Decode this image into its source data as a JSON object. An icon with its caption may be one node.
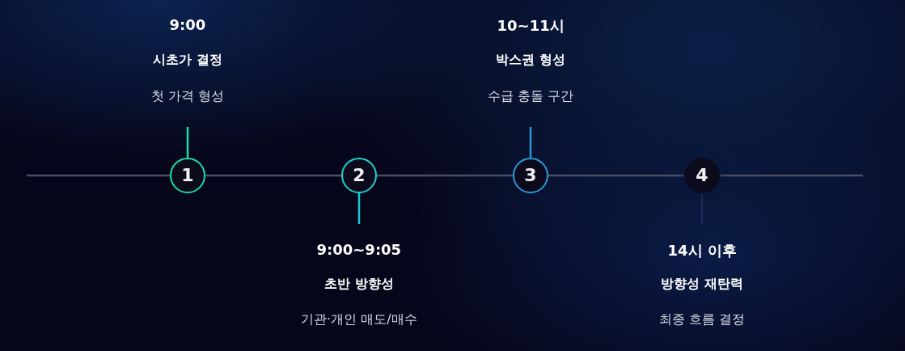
{
  "diagram": {
    "nodes": [
      {
        "text": [
          "9:00",
          "시초가 결정",
          "첫 가격 형성"
        ]
      },
      {
        "text": [
          "1"
        ]
      },
      {
        "text": [
          "2"
        ]
      },
      {
        "text": [
          "9:00~9:05",
          "초반 방향성",
          "기관·개인 매도/매수"
        ]
      },
      {
        "text": [
          "10~11시",
          "박스권 형성",
          "수급 충돌 구간"
        ]
      },
      {
        "text": [
          "3"
        ]
      },
      {
        "text": [
          "4"
        ]
      },
      {
        "text": [
          "14시 이후",
          "방향성 재탄력",
          "최종 흐름 결정"
        ]
      }
    ],
    "edges": [
      {
        "from": null,
        "to": 1,
        "arrow": "none"
      },
      {
        "from": 1,
        "to": 2,
        "arrow": "none"
      },
      {
        "from": 2,
        "to": 5,
        "arrow": "none"
      },
      {
        "from": 5,
        "to": 6,
        "arrow": "none"
      },
      {
        "from": 6,
        "to": null,
        "arrow": "none"
      },
      {
        "from": 0,
        "to": 1,
        "arrow": "none",
        "color": "#19dca6"
      },
      {
        "from": 3,
        "to": 2,
        "arrow": "none",
        "color": "#1ec8d0"
      },
      {
        "from": 4,
        "to": 5,
        "arrow": "none",
        "color": "#2a96d8"
      },
      {
        "from": 7,
        "to": 6,
        "arrow": "none",
        "color": "#1a2a55"
      }
    ]
  }
}
